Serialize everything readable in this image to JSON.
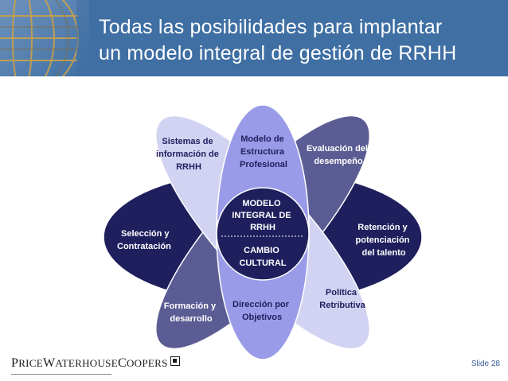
{
  "slide": {
    "title_line1": "Todas las posibilidades para implantar",
    "title_line2": "un modelo integral de gestión de RRHH",
    "slide_number": "Slide 28"
  },
  "footer": {
    "logo_parts": [
      "P",
      "RICE",
      "W",
      "ATERHOUSE",
      "C",
      "OOPERS"
    ]
  },
  "diagram": {
    "petals": {
      "sistemas": [
        "Sistemas de",
        "información de",
        "RRHH"
      ],
      "modelo": [
        "Modelo de",
        "Estructura",
        "Profesional"
      ],
      "evaluacion": [
        "Evaluación del",
        "desempeño"
      ],
      "retencion": [
        "Retención  y",
        "potenciación",
        "del talento"
      ],
      "politica": [
        "Política",
        "Retributiva"
      ],
      "direccion": [
        "Dirección por",
        "Objetivos"
      ],
      "formacion": [
        "Formación y",
        "desarrollo"
      ],
      "seleccion": [
        "Selección y",
        "Contratación"
      ]
    },
    "center": {
      "top": [
        "MODELO",
        "INTEGRAL DE",
        "RRHH"
      ],
      "bottom": [
        "CAMBIO",
        "CULTURAL"
      ]
    },
    "colors": {
      "navy": "#1f1f5e",
      "lavender": "#d2d2f2",
      "slate": "#5c5c94",
      "periwinkle": "#9a9be8",
      "header": "#3f6fa3"
    }
  }
}
